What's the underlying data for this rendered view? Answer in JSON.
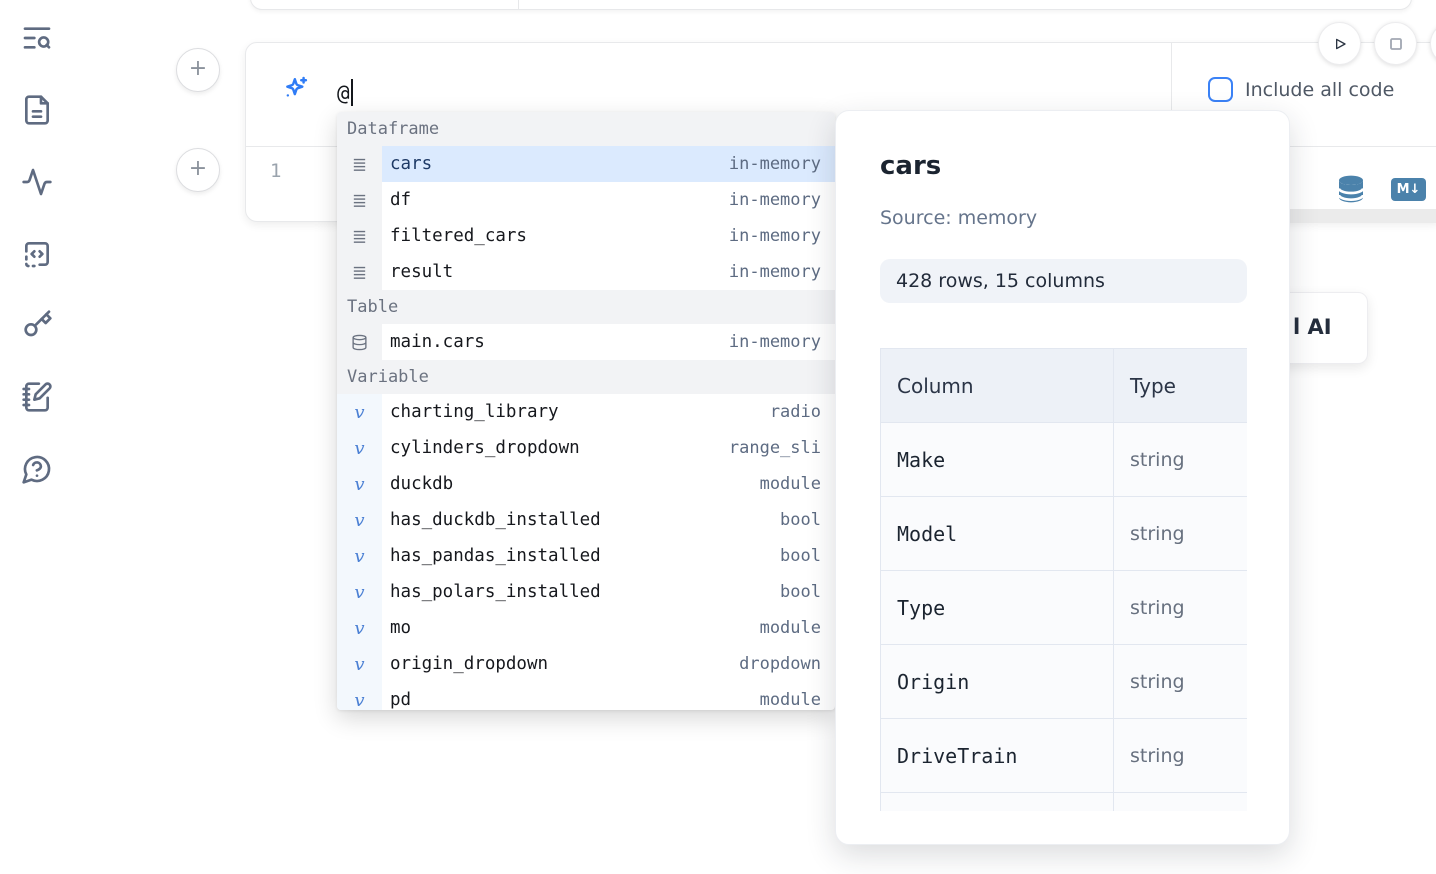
{
  "sidebar": {
    "items": [
      {
        "icon": "list-search-icon"
      },
      {
        "icon": "file-document-icon"
      },
      {
        "icon": "activity-icon"
      },
      {
        "icon": "code-square-icon"
      },
      {
        "icon": "key-icon"
      },
      {
        "icon": "notebook-pen-icon"
      },
      {
        "icon": "help-chat-icon"
      }
    ]
  },
  "run_controls": {
    "play_icon": "play-icon",
    "stop_icon": "stop-icon",
    "extra_icon": "partial-circle-button"
  },
  "cell": {
    "ai_prompt": {
      "icon": "sparkles-icon",
      "value": "@"
    },
    "include_all_code": {
      "label": "Include all code",
      "checked": false
    },
    "line_number": "1",
    "toolbar": {
      "database_icon": "database-icon",
      "markdown_badge_label": "M↓"
    }
  },
  "autocomplete": {
    "sections": [
      {
        "label": "Dataframe",
        "items": [
          {
            "icon": "rows-icon",
            "name": "cars",
            "meta": "in-memory",
            "selected": true
          },
          {
            "icon": "rows-icon",
            "name": "df",
            "meta": "in-memory"
          },
          {
            "icon": "rows-icon",
            "name": "filtered_cars",
            "meta": "in-memory"
          },
          {
            "icon": "rows-icon",
            "name": "result",
            "meta": "in-memory"
          }
        ]
      },
      {
        "label": "Table",
        "items": [
          {
            "icon": "database-icon",
            "name": "main.cars",
            "meta": "in-memory"
          }
        ]
      },
      {
        "label": "Variable",
        "items": [
          {
            "icon": "variable-icon",
            "name": "charting_library",
            "meta": "radio"
          },
          {
            "icon": "variable-icon",
            "name": "cylinders_dropdown",
            "meta": "range_sli"
          },
          {
            "icon": "variable-icon",
            "name": "duckdb",
            "meta": "module"
          },
          {
            "icon": "variable-icon",
            "name": "has_duckdb_installed",
            "meta": "bool"
          },
          {
            "icon": "variable-icon",
            "name": "has_pandas_installed",
            "meta": "bool"
          },
          {
            "icon": "variable-icon",
            "name": "has_polars_installed",
            "meta": "bool"
          },
          {
            "icon": "variable-icon",
            "name": "mo",
            "meta": "module"
          },
          {
            "icon": "variable-icon",
            "name": "origin_dropdown",
            "meta": "dropdown"
          },
          {
            "icon": "variable-icon",
            "name": "pd",
            "meta": "module"
          }
        ]
      }
    ]
  },
  "preview": {
    "title": "cars",
    "source": "Source: memory",
    "shape": "428 rows, 15 columns",
    "table": {
      "headers": [
        "Column",
        "Type"
      ],
      "rows": [
        [
          "Make",
          "string"
        ],
        [
          "Model",
          "string"
        ],
        [
          "Type",
          "string"
        ],
        [
          "Origin",
          "string"
        ],
        [
          "DriveTrain",
          "string"
        ],
        [
          "",
          ""
        ]
      ]
    }
  },
  "ai_card": {
    "visible_label": "l AI"
  },
  "colors": {
    "accent_blue": "#3b82f6",
    "sparkle_blue": "#2f7cf6",
    "steel_blue": "#4b82ab",
    "selected_item_bg": "#dbeafe",
    "variable_v_blue": "#4b80d4",
    "section_header_bg": "#f2f3f5",
    "pill_bg": "#f0f3f8",
    "table_header_bg": "#edf1f7"
  }
}
